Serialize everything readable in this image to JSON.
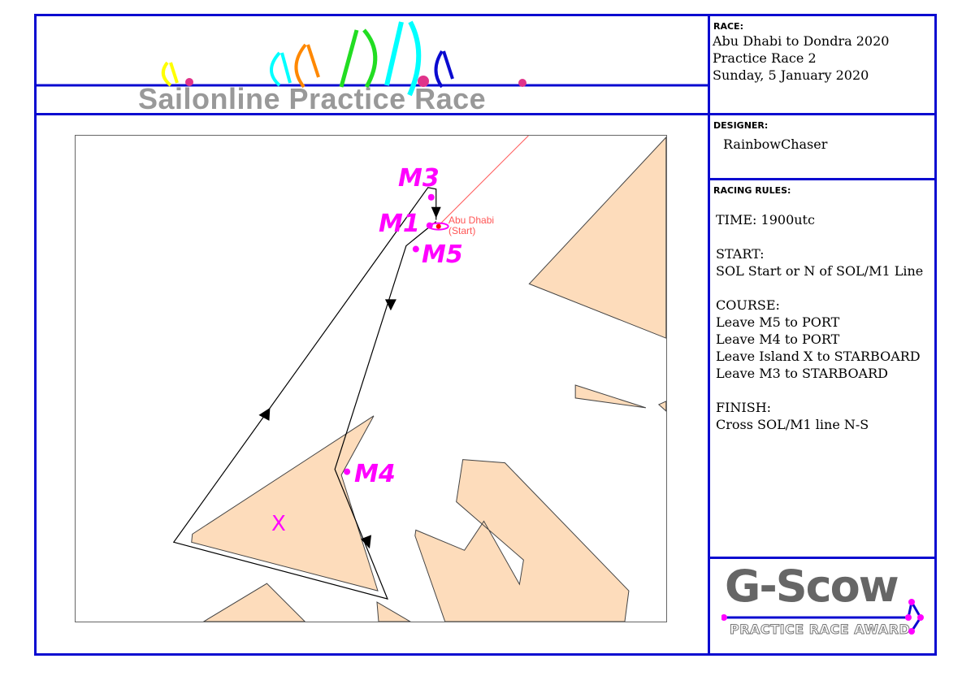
{
  "banner": {
    "title": "Sailonline Practice Race"
  },
  "race": {
    "label": "RACE:",
    "lines": [
      "Abu Dhabi to Dondra 2020",
      "Practice Race 2",
      "Sunday, 5 January 2020"
    ]
  },
  "designer": {
    "label": "DESIGNER:",
    "name": "RainbowChaser"
  },
  "rules": {
    "label": "RACING RULES:",
    "time": "TIME: 1900utc",
    "start_h": "START:",
    "start": "SOL Start or N of SOL/M1 Line",
    "course_h": "COURSE:",
    "course": [
      "Leave M5 to PORT",
      "Leave M4 to PORT",
      "Leave Island X to STARBOARD",
      "Leave M3 to STARBOARD"
    ],
    "finish_h": "FINISH:",
    "finish": "Cross SOL/M1 line N-S"
  },
  "map": {
    "marks": {
      "m3": "M3",
      "m1": "M1",
      "m5": "M5",
      "m4": "M4",
      "x": "X"
    },
    "start_label": "Abu Dhabi",
    "start_sub": "(Start)"
  },
  "award": {
    "title": "G-Scow",
    "subtitle": "PRACTICE RACE AWARD"
  },
  "colors": {
    "frame": "#0a0ad0",
    "land": "#fddcbb",
    "mark": "#ff00ff"
  }
}
